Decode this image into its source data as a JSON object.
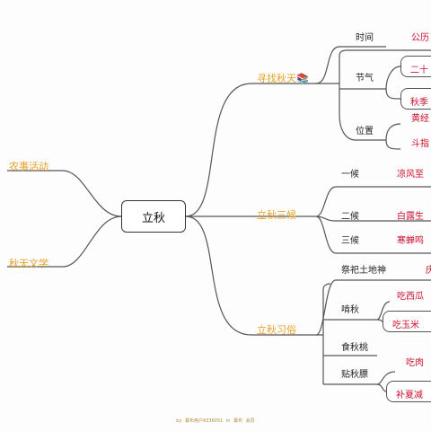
{
  "root": "立秋",
  "left_branches": [
    "农事活动",
    "秋天文学"
  ],
  "branches": {
    "b1": {
      "label": "寻找秋天",
      "emoji": "📚"
    },
    "b2": {
      "label": "立秋三候"
    },
    "b3": {
      "label": "立秋习俗"
    }
  },
  "b1_children": {
    "time": {
      "label": "时间",
      "value": "公历"
    },
    "solar": {
      "label": "节气",
      "values": [
        "二十",
        "秋季"
      ]
    },
    "position": {
      "label": "位置",
      "values": [
        "黄经",
        "斗指"
      ]
    }
  },
  "b2_children": [
    {
      "label": "一候",
      "value": "凉风至"
    },
    {
      "label": "二候",
      "value": "白露生"
    },
    {
      "label": "三候",
      "value": "寒蝉鸣"
    }
  ],
  "b3_children": {
    "sacrifice": {
      "label": "祭祀土地神"
    },
    "tie": {
      "label": "啃秋",
      "values": [
        "吃西瓜",
        "吃玉米"
      ]
    },
    "food": {
      "label": "食秋桃"
    },
    "tiefat": {
      "label": "贴秋膘",
      "values": [
        "吃肉",
        "补夏减"
      ]
    }
  },
  "footer": [
    "by",
    "幕布用户8336051",
    "in",
    "幕布",
    "会员"
  ],
  "colors": {
    "branch": "#e8a22a",
    "red": "#c8102e",
    "line": "#555555"
  }
}
